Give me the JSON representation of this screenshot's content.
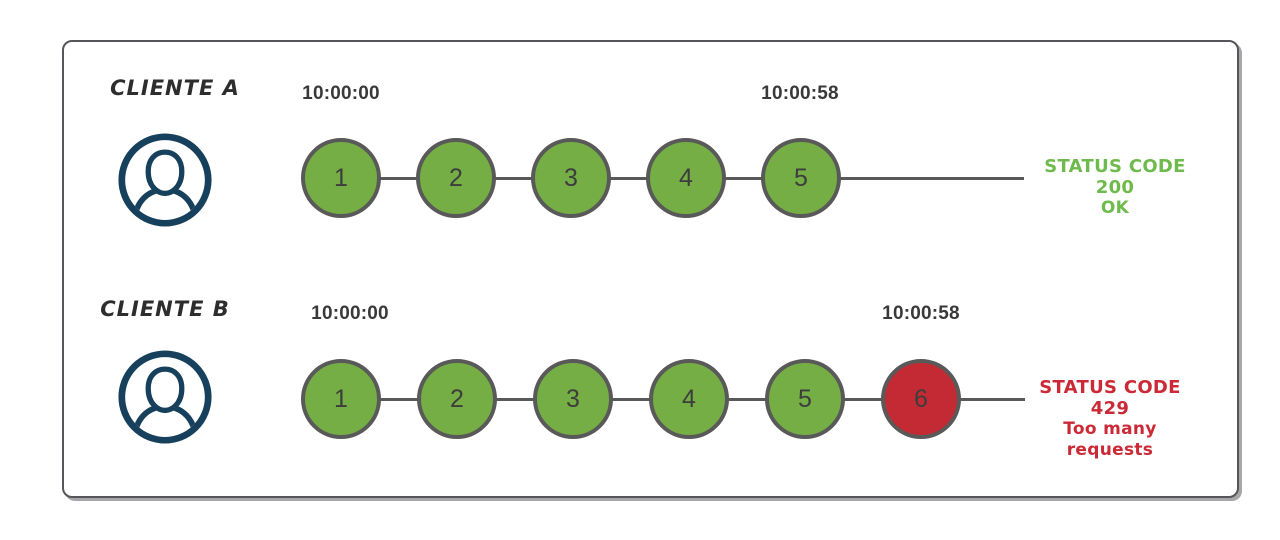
{
  "colors": {
    "success_green": "#74AE45",
    "error_red": "#C42A33",
    "avatar_navy": "#17405C",
    "line_gray": "#595959",
    "timestamp_text": "#393939",
    "status_green_text": "#6FBA4C",
    "status_red_text": "#CC2936",
    "frame_border": "#55565A"
  },
  "rows": [
    {
      "client_label": "CLIENTE A",
      "start_time": "10:00:00",
      "end_time": "10:00:58",
      "requests": [
        {
          "label": "1",
          "state": "ok"
        },
        {
          "label": "2",
          "state": "ok"
        },
        {
          "label": "3",
          "state": "ok"
        },
        {
          "label": "4",
          "state": "ok"
        },
        {
          "label": "5",
          "state": "ok"
        }
      ],
      "status": {
        "line1": "STATUS CODE 200",
        "line2": "OK"
      }
    },
    {
      "client_label": "CLIENTE B",
      "start_time": "10:00:00",
      "end_time": "10:00:58",
      "requests": [
        {
          "label": "1",
          "state": "ok"
        },
        {
          "label": "2",
          "state": "ok"
        },
        {
          "label": "3",
          "state": "ok"
        },
        {
          "label": "4",
          "state": "ok"
        },
        {
          "label": "5",
          "state": "ok"
        },
        {
          "label": "6",
          "state": "rate-limited"
        }
      ],
      "status": {
        "line1": "STATUS CODE 429",
        "line2": "Too many requests"
      }
    }
  ]
}
